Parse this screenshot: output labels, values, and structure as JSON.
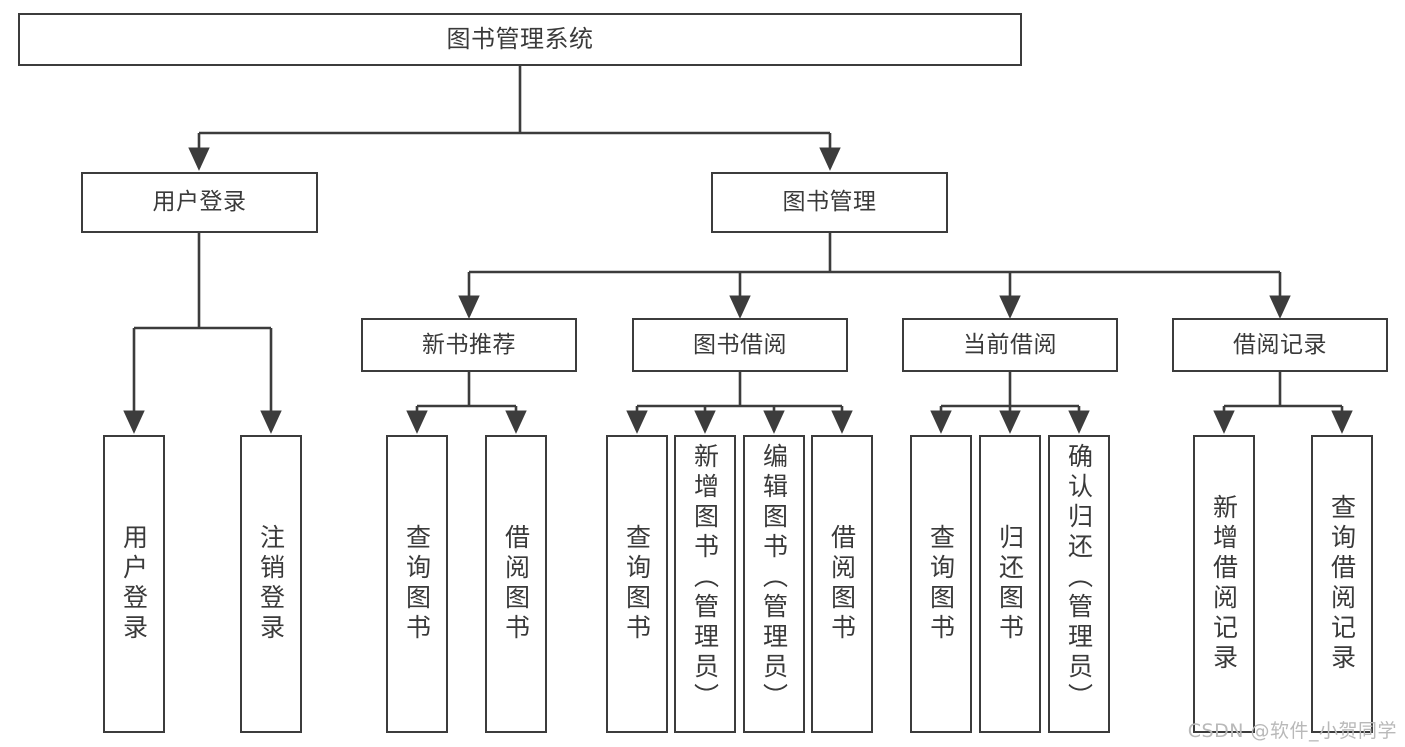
{
  "diagram": {
    "title": "图书管理系统",
    "type": "tree-hierarchy-chart",
    "stroke_color": "#3c3c3c",
    "text_color": "#3a3a3a",
    "background_color": "#ffffff",
    "watermark": "CSDN @软件_小贺同学"
  },
  "nodes": {
    "root": {
      "label": "图书管理系统"
    },
    "level2": [
      {
        "label": "用户登录"
      },
      {
        "label": "图书管理"
      }
    ],
    "level3": [
      {
        "label": "新书推荐"
      },
      {
        "label": "图书借阅"
      },
      {
        "label": "当前借阅"
      },
      {
        "label": "借阅记录"
      }
    ],
    "leaves": {
      "user_login": [
        {
          "label": "用户登录"
        },
        {
          "label": "注销登录"
        }
      ],
      "new_book_recommend": [
        {
          "label": "查询图书"
        },
        {
          "label": "借阅图书"
        }
      ],
      "book_borrow": [
        {
          "label": "查询图书"
        },
        {
          "label": "新增图书（管理员）"
        },
        {
          "label": "编辑图书（管理员）"
        },
        {
          "label": "借阅图书"
        }
      ],
      "current_borrow": [
        {
          "label": "查询图书"
        },
        {
          "label": "归还图书"
        },
        {
          "label": "确认归还（管理员）"
        }
      ],
      "borrow_record": [
        {
          "label": "新增借阅记录"
        },
        {
          "label": "查询借阅记录"
        }
      ]
    }
  }
}
